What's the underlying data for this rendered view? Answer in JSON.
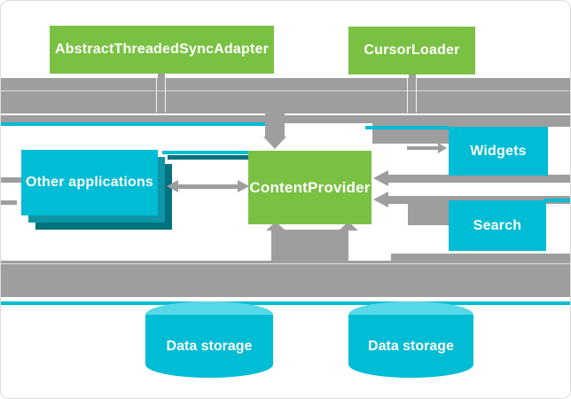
{
  "diagram": {
    "type": "architecture-diagram",
    "subject": "Android content provider interaction",
    "nodes": {
      "sync_adapter": {
        "label": "AbstractThreadedSyncAdapter",
        "shape": "rect",
        "color": "#7AC143"
      },
      "cursor_loader": {
        "label": "CursorLoader",
        "shape": "rect",
        "color": "#7AC143"
      },
      "other_applications": {
        "label": "Other applications",
        "shape": "stacked-rect",
        "color": "#00BCD4"
      },
      "content_provider": {
        "label": "ContentProvider",
        "shape": "rect",
        "color": "#7AC143"
      },
      "widgets": {
        "label": "Widgets",
        "shape": "rect",
        "color": "#00BCD4"
      },
      "search": {
        "label": "Search",
        "shape": "rect",
        "color": "#00BCD4"
      },
      "data_storage_left": {
        "label": "Data storage",
        "shape": "cylinder",
        "color": "#00BCD4"
      },
      "data_storage_right": {
        "label": "Data storage",
        "shape": "cylinder",
        "color": "#00BCD4"
      }
    },
    "edges": [
      {
        "from": "sync_adapter",
        "to": "content_provider",
        "direction": "to"
      },
      {
        "from": "cursor_loader",
        "to": "content_provider",
        "direction": "to"
      },
      {
        "from": "other_applications",
        "to": "content_provider",
        "direction": "both"
      },
      {
        "from": "widgets",
        "to": "content_provider",
        "direction": "both"
      },
      {
        "from": "search",
        "to": "content_provider",
        "direction": "to"
      },
      {
        "from": "content_provider",
        "to": "data_storage_left",
        "direction": "both"
      },
      {
        "from": "content_provider",
        "to": "data_storage_right",
        "direction": "both"
      }
    ],
    "colors": {
      "node_green": "#7AC143",
      "node_cyan": "#00BCD4",
      "cyan_shadow_1": "#0F96A6",
      "cyan_shadow_2": "#00717E",
      "cylinder_top": "#58D7E6",
      "arrow_gray": "#9E9E9E",
      "label_text": "#FFFFFF",
      "background": "#FFFFFF"
    }
  }
}
